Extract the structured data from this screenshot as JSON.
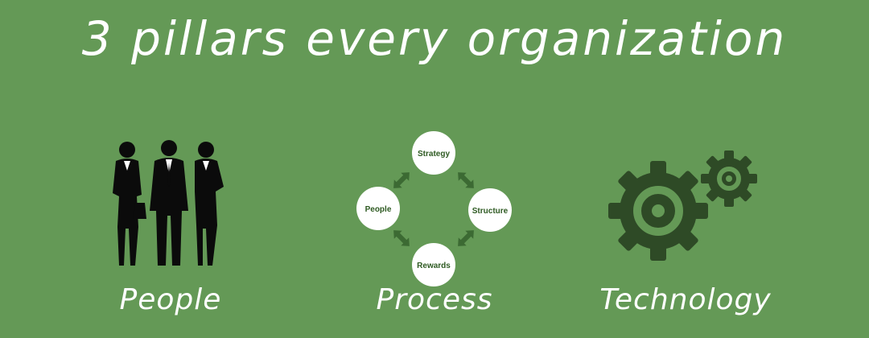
{
  "title": "3 pillars every organization",
  "pillars": [
    {
      "label": "People"
    },
    {
      "label": "Process"
    },
    {
      "label": "Technology"
    }
  ],
  "process_cycle": {
    "nodes": [
      "Strategy",
      "Structure",
      "Rewards",
      "People"
    ]
  },
  "colors": {
    "background": "#649956",
    "text": "#ffffff",
    "silhouette": "#0b0b0b",
    "gear": "#2e4a26",
    "arrow": "#3c6a33",
    "node_text": "#2e5a22"
  },
  "icons": [
    "businesspeople-silhouette-icon",
    "cycle-arrows-icon",
    "gears-icon"
  ]
}
